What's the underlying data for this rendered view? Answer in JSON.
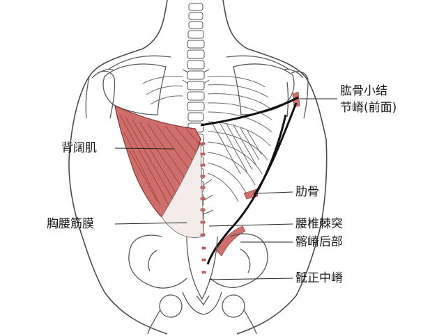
{
  "labels": {
    "humerus_crest_line1": "肱骨小结",
    "humerus_crest_line2": "节嵴(前面)",
    "latissimus_dorsi": "背阔肌",
    "rib": "肋骨",
    "thoracolumbar_fascia": "胸腰筋膜",
    "lumbar_spinous": "腰椎棘突",
    "iliac_crest_posterior": "髂嵴后部",
    "median_sacral_crest": "骶正中嵴"
  },
  "colors": {
    "muscle_fill": "#cf6f6b",
    "muscle_fill_light": "#e7a9a4",
    "muscle_stroke": "#8a2f2b",
    "outline": "#4a4a4a",
    "leader": "#222222",
    "skin": "#ffffff"
  }
}
